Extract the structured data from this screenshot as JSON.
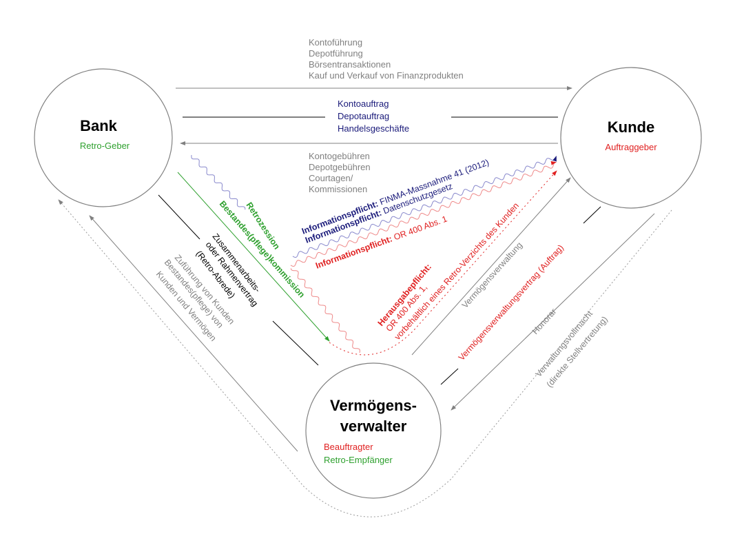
{
  "colors": {
    "gray": "#808080",
    "blue": "#1a1a7a",
    "green": "#2ea02e",
    "red": "#e02020",
    "black": "#000000"
  },
  "nodes": {
    "bank": {
      "title": "Bank",
      "role": "Retro-Geber"
    },
    "kunde": {
      "title": "Kunde",
      "role": "Auftraggeber"
    },
    "vv": {
      "title1": "Vermögens-",
      "title2": "verwalter",
      "role1": "Beauftragter",
      "role2": "Retro-Empfänger"
    }
  },
  "top": {
    "services": [
      "Kontoführung",
      "Depotführung",
      "Börsentransaktionen",
      "Kauf und Verkauf von Finanzprodukten"
    ],
    "orders": [
      "Kontoauftrag",
      "Depotauftrag",
      "Handelsgeschäfte"
    ],
    "fees": [
      "Kontogebühren",
      "Depotgebühren",
      "Courtagen/",
      "Kommissionen"
    ]
  },
  "left": {
    "retrozession": "Retrozession",
    "kommission": "Bestandes(pflege)kommission",
    "contract": [
      "Zusammenarbeits-",
      "oder Rahmenvertrag",
      "(Retro-Abrede)"
    ],
    "supply": [
      "Zuführung von Kunden",
      "Bestandes(pflege) von",
      "Kunden und Vermögen"
    ]
  },
  "middle": {
    "info1": {
      "bold": "Informationspflicht:",
      "text": " FINMA-Massnahme 41 (2012)"
    },
    "info2": {
      "bold": "Informationspflicht:",
      "text": " Datenschutzgesetz"
    },
    "info3": {
      "bold": "Informationspflicht:",
      "text": " OR 400 Abs. 1"
    },
    "herausgabe": [
      "Herausgabepflicht:",
      "OR 400 Abs. 1,",
      "vorbehältlich eines Retro-Verzichts des Kunden"
    ]
  },
  "right": {
    "management": "Vermögensverwaltung",
    "contract": "Vermögensverwaltungsvertrag (Auftrag)",
    "fee": "Honorar",
    "power": [
      "Verwaltungsvollmacht",
      "(direkte Stellvertretung)"
    ]
  }
}
